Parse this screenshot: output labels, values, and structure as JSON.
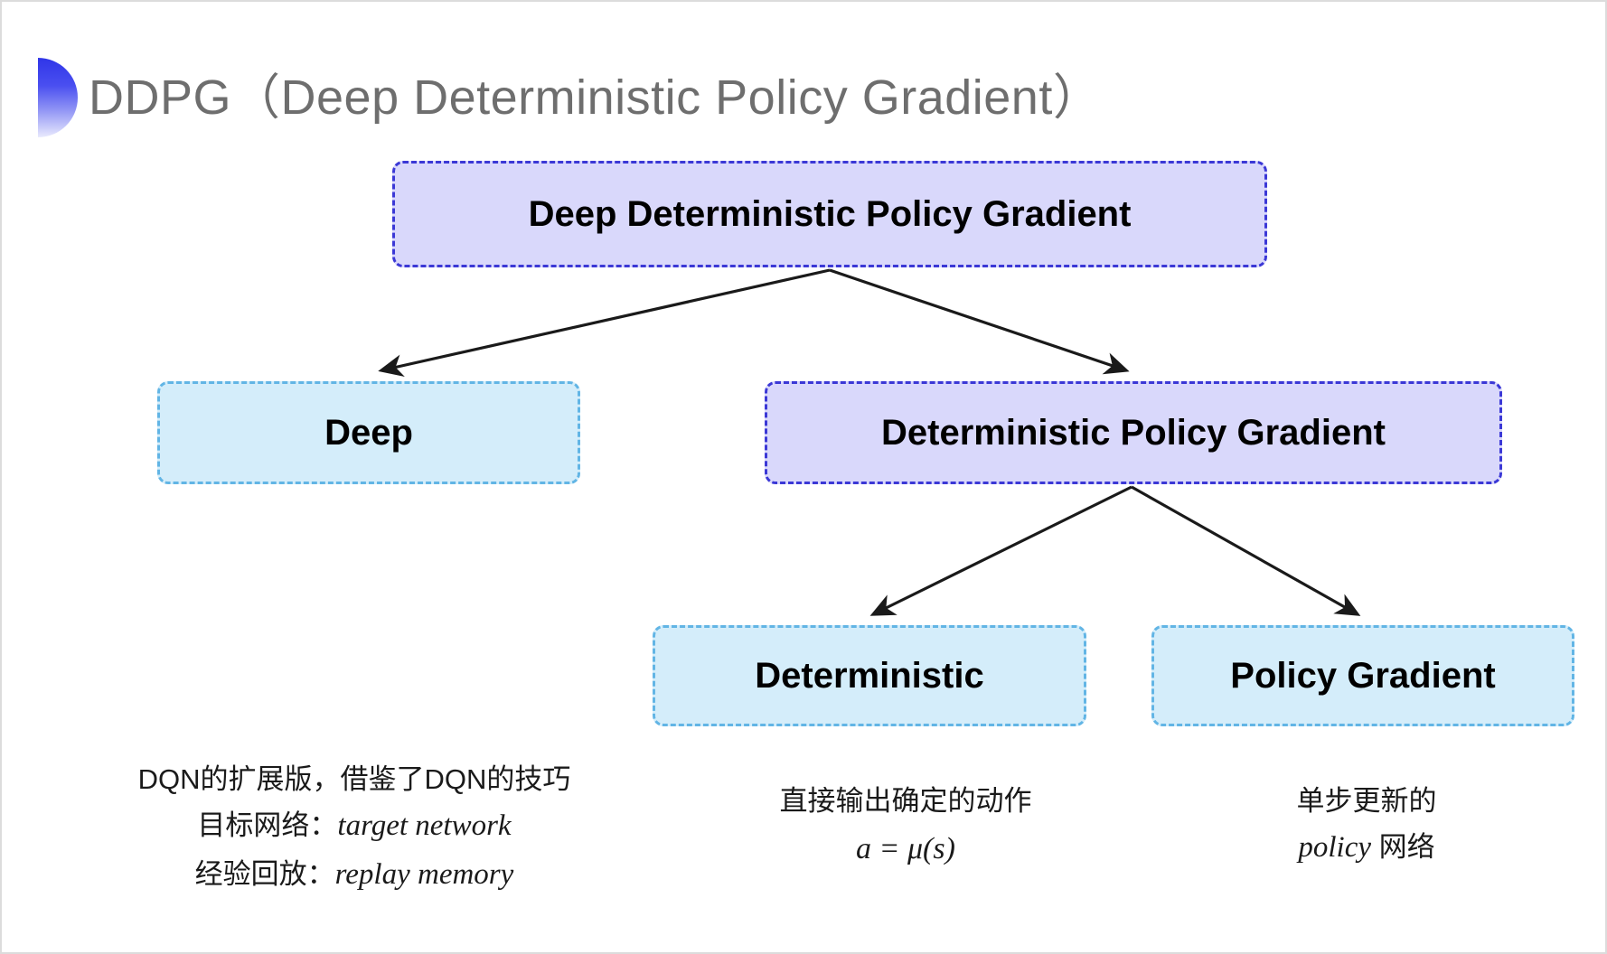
{
  "slide": {
    "title": "DDPG（Deep Deterministic Policy Gradient）",
    "bullet_icon": "blue-gradient-blob-icon",
    "background_color": "#ffffff",
    "title_color": "#6e6e6e"
  },
  "colors": {
    "purple_fill": "#d9d8fb",
    "purple_border": "#3b38d6",
    "blue_fill": "#d4edfa",
    "blue_border": "#62b5e5",
    "arrow": "#1a1a1a",
    "accent_blob_start": "#2f35e8",
    "accent_blob_end": "#e9eafd"
  },
  "diagram": {
    "type": "tree",
    "nodes": {
      "root": {
        "label": "Deep Deterministic Policy Gradient",
        "style": "purple",
        "level": 0
      },
      "deep": {
        "label": "Deep",
        "style": "blue",
        "level": 1
      },
      "dpg": {
        "label": "Deterministic Policy Gradient",
        "style": "purple",
        "level": 1
      },
      "deterministic": {
        "label": "Deterministic",
        "style": "blue",
        "level": 2
      },
      "policy_gradient": {
        "label": "Policy Gradient",
        "style": "blue",
        "level": 2
      }
    },
    "edges": [
      {
        "from": "root",
        "to": "deep"
      },
      {
        "from": "root",
        "to": "dpg"
      },
      {
        "from": "dpg",
        "to": "deterministic"
      },
      {
        "from": "dpg",
        "to": "policy_gradient"
      }
    ]
  },
  "captions": {
    "deep": {
      "line1": "DQN的扩展版，借鉴了DQN的技巧",
      "line2_label": "目标网络：",
      "line2_term": "target network",
      "line3_label": "经验回放：",
      "line3_term": "replay memory"
    },
    "deterministic": {
      "line1": "直接输出确定的动作",
      "formula": "a = μ(s)"
    },
    "policy_gradient": {
      "line1": "单步更新的",
      "line2_term": "policy",
      "line2_suffix": " 网络"
    }
  }
}
